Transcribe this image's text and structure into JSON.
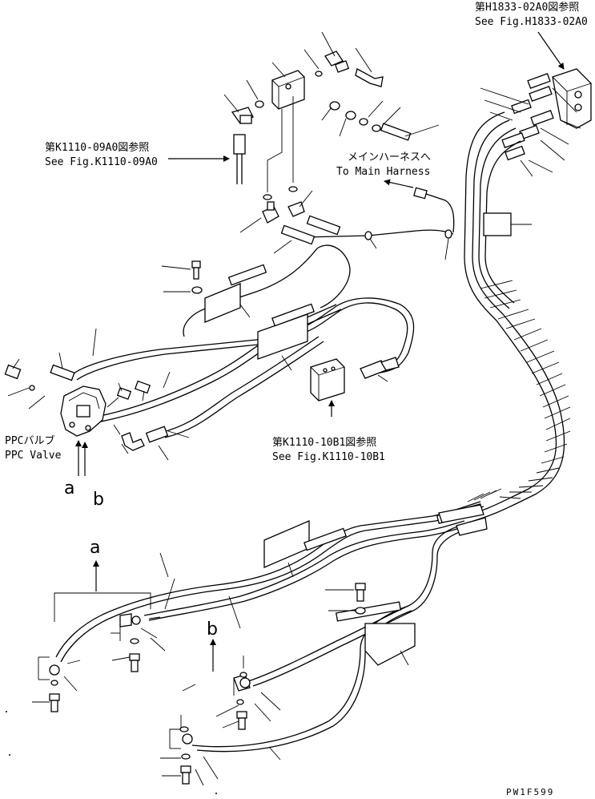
{
  "references": {
    "top_right_jp": "第H1833-02A0図参照",
    "top_right_en": "See Fig.H1833-02A0",
    "upper_left_jp": "第K1110-09A0図参照",
    "upper_left_en": "See Fig.K1110-09A0",
    "mid_jp": "第K1110-10B1図参照",
    "mid_en": "See Fig.K1110-10B1"
  },
  "harness": {
    "jp": "メインハーネスへ",
    "en": "To Main Harness"
  },
  "ppc_valve": {
    "jp": "PPCバルブ",
    "en": "PPC Valve"
  },
  "view_marks": {
    "a": "a",
    "b": "b"
  },
  "drawing_code": "PW1F599"
}
